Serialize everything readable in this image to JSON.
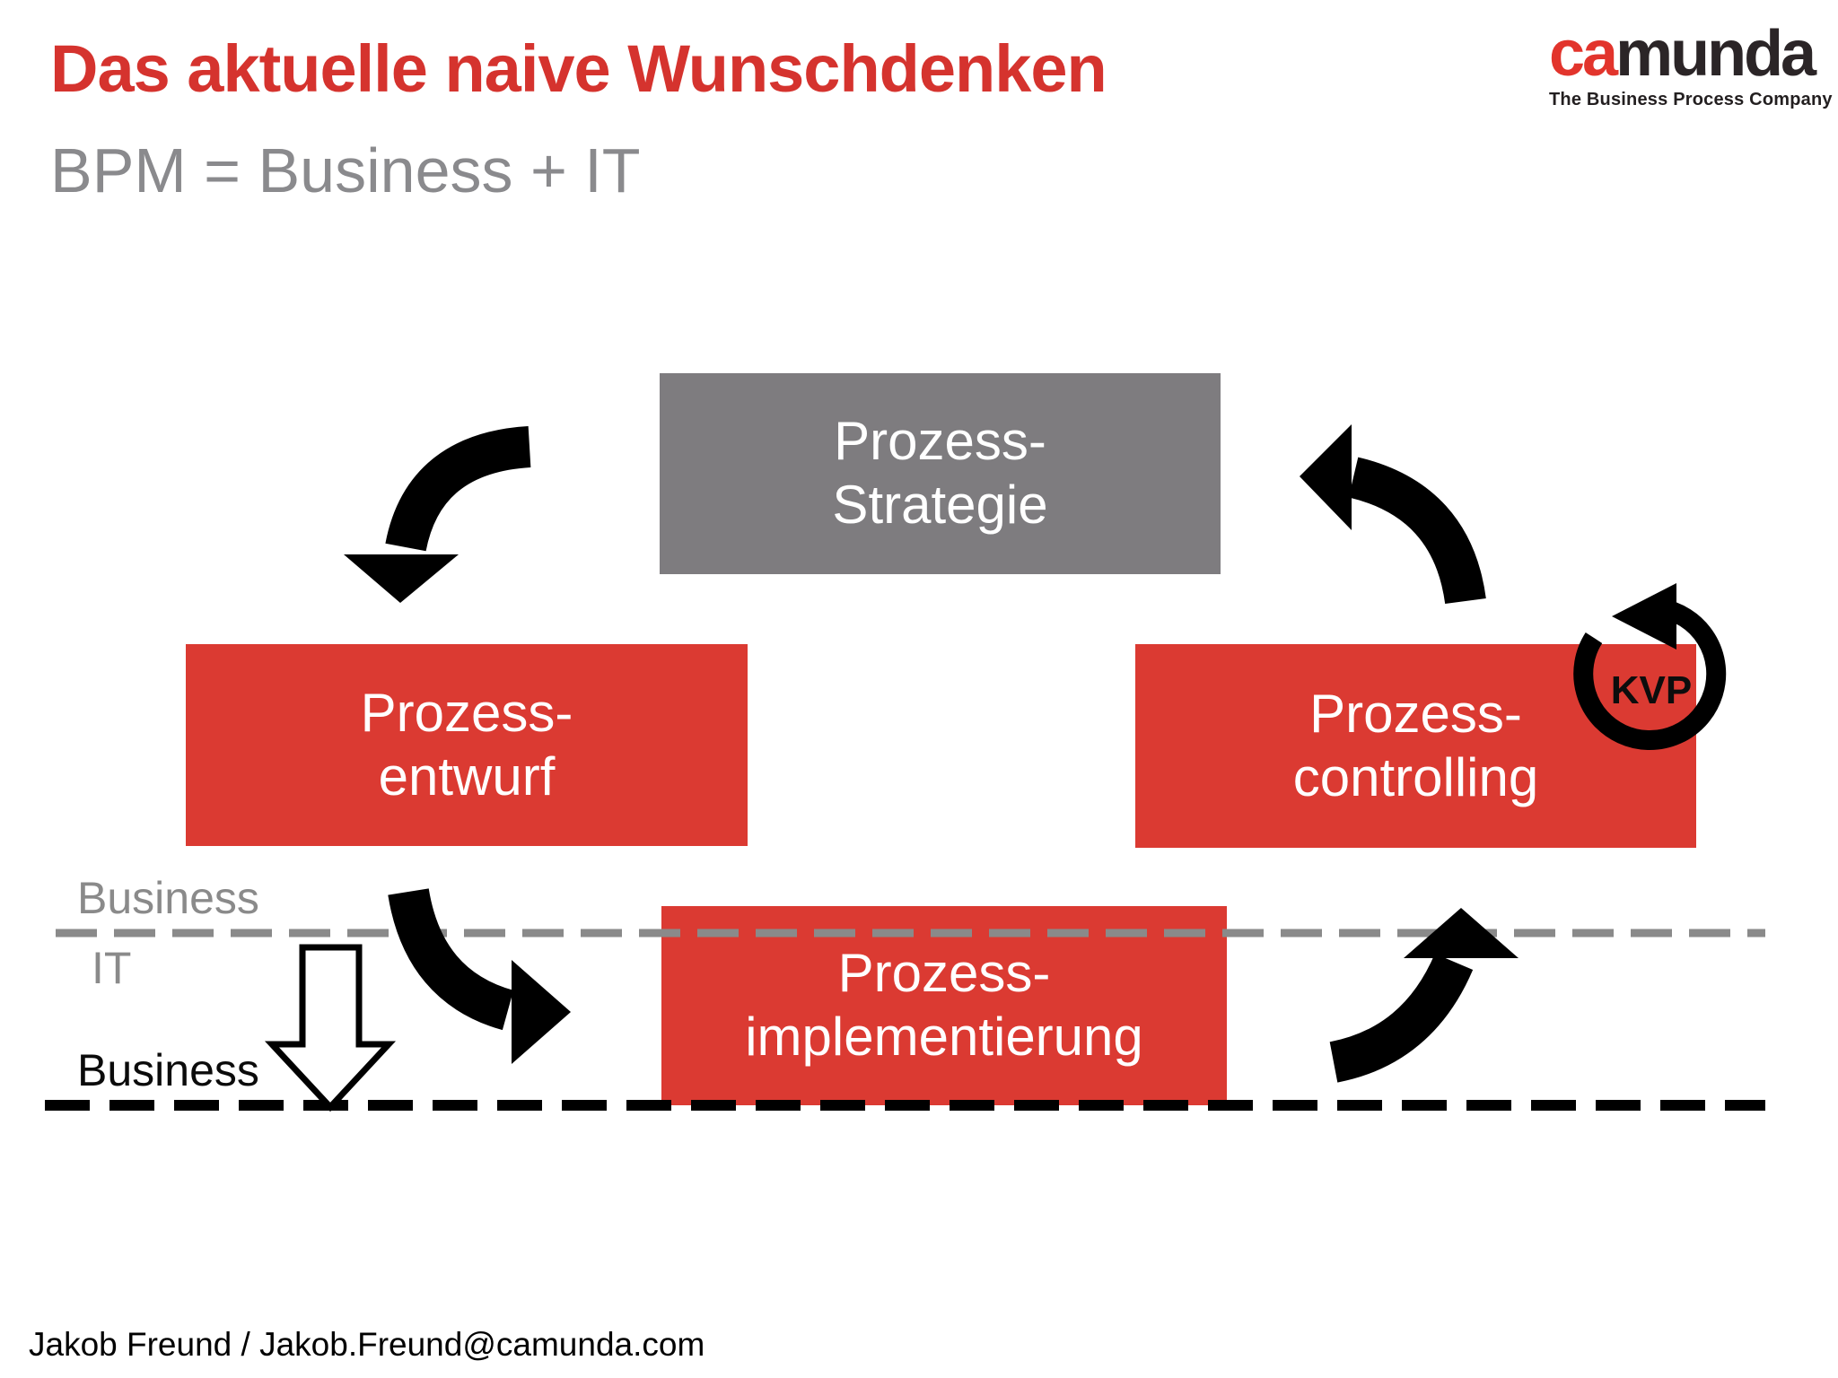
{
  "header": {
    "title": "Das aktuelle naive Wunschdenken",
    "subtitle": "BPM = Business + IT"
  },
  "logo": {
    "name_part1": "ca",
    "name_part2": "munda",
    "tagline": "The Business Process Company"
  },
  "diagram": {
    "boxes": {
      "strategie": {
        "line1": "Prozess-",
        "line2": "Strategie"
      },
      "entwurf": {
        "line1": "Prozess-",
        "line2": "entwurf"
      },
      "controlling": {
        "line1": "Prozess-",
        "line2": "controlling"
      },
      "implementierung": {
        "line1": "Prozess-",
        "line2": "implementierung"
      }
    },
    "kvp_badge": "KVP",
    "lanes": {
      "business_top": "Business",
      "it": "IT",
      "business_bottom": "Business"
    }
  },
  "footer": {
    "credit": "Jakob Freund / Jakob.Freund@camunda.com"
  },
  "colors": {
    "title_red": "#d5332e",
    "box_red": "#db3a32",
    "box_gray": "#7e7c7f",
    "subtitle_gray": "#8a8a8d",
    "lane_gray": "#8a8a8a",
    "logo_red": "#e2342c",
    "logo_dark": "#2b2527",
    "arrow_black": "#000000"
  }
}
